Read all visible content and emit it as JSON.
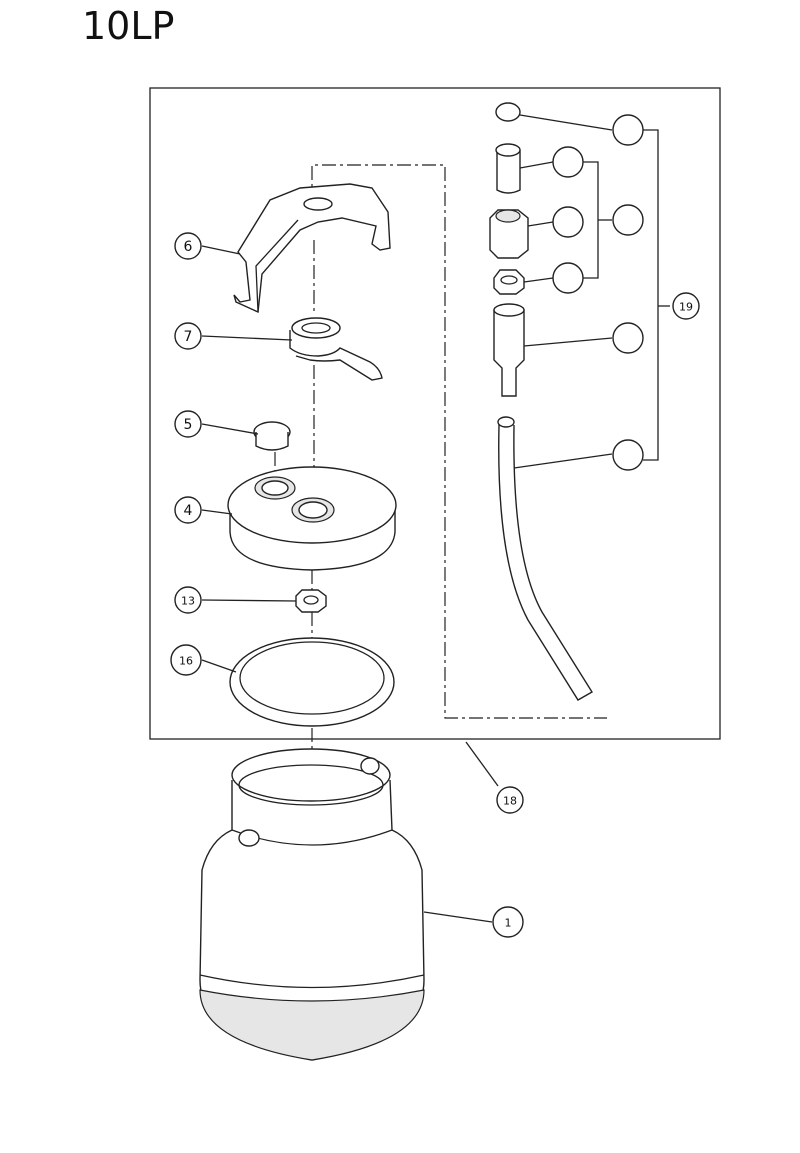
{
  "title": "10LP",
  "callouts": {
    "p1": "1",
    "p4": "4",
    "p5": "5",
    "p6": "6",
    "p7": "7",
    "p13": "13",
    "p16": "16",
    "p18": "18",
    "p19": "19"
  }
}
